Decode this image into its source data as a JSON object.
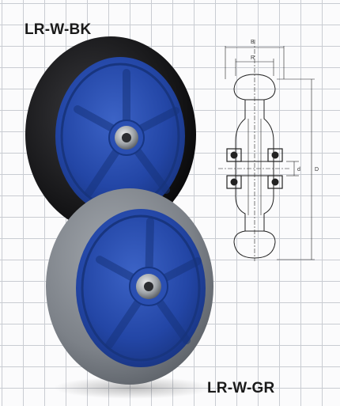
{
  "products": {
    "black": {
      "label": "LR-W-BK",
      "tire_color": "#1b1b1d",
      "hub_color": "#1f44a6"
    },
    "gray": {
      "label": "LR-W-GR",
      "tire_color": "#7e838a",
      "hub_color": "#1f44a6"
    }
  },
  "drawing": {
    "dimensions": {
      "B": "B",
      "R": "R",
      "d": "d",
      "D": "D"
    }
  }
}
